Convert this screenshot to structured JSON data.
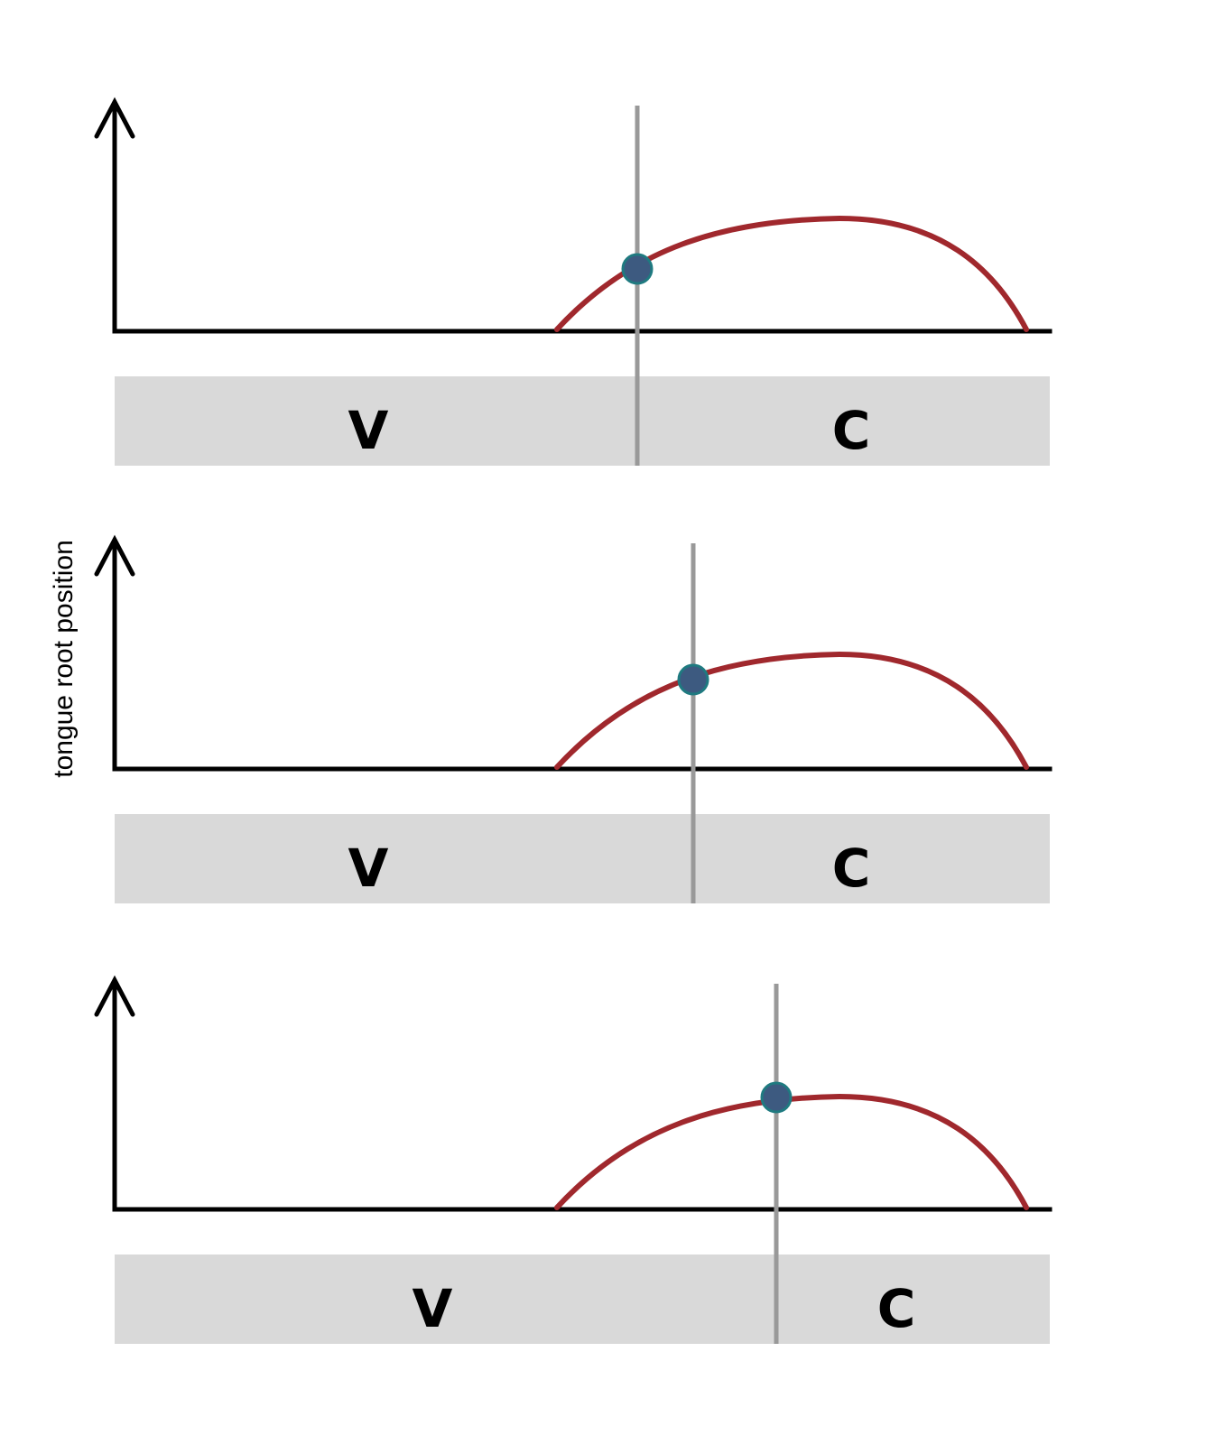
{
  "y_axis_label": "tongue root position",
  "panels": [
    {
      "vowel_label": "V",
      "consonant_label": "C"
    },
    {
      "vowel_label": "V",
      "consonant_label": "C"
    },
    {
      "vowel_label": "V",
      "consonant_label": "C"
    }
  ],
  "colors": {
    "trajectory": "#a0282d",
    "dot_fill": "#3d5a80",
    "dot_stroke": "#1f7a80",
    "band": "#d9d9d9",
    "boundary": "#999999",
    "axis": "#000000"
  }
}
